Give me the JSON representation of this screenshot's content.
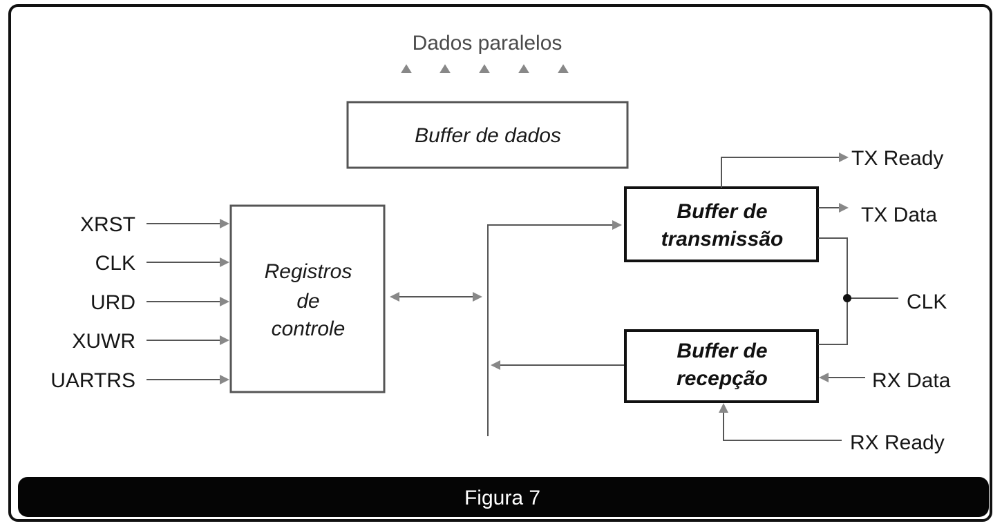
{
  "diagram": {
    "top_label": "Dados paralelos",
    "blocks": {
      "data_buffer": "Buffer de dados",
      "control_registers": [
        "Registros",
        "de",
        "controle"
      ],
      "tx_buffer": [
        "Buffer de",
        "transmissão"
      ],
      "rx_buffer": [
        "Buffer de",
        "recepção"
      ]
    },
    "inputs_left": [
      "XRST",
      "CLK",
      "URD",
      "XUWR",
      "UARTRS"
    ],
    "signals_right": {
      "tx_ready": "TX Ready",
      "tx_data": "TX Data",
      "clk": "CLK",
      "rx_data": "RX Data",
      "rx_ready": "RX Ready"
    }
  },
  "caption": "Figura 7"
}
